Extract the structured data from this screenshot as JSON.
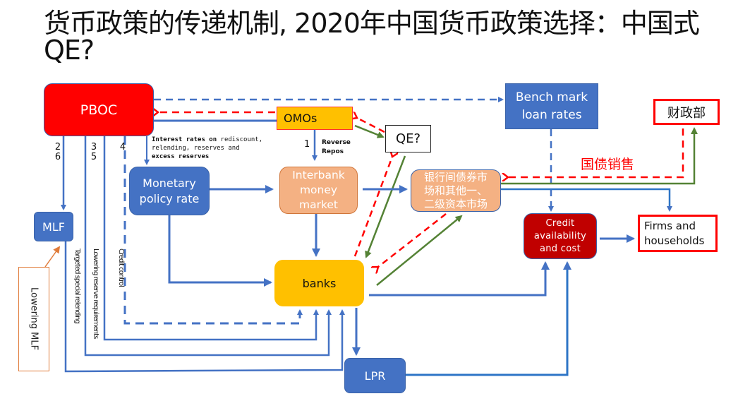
{
  "title": "货币政策的传递机制, 2020年中国货币政策选择：中国式QE?",
  "nodes": {
    "pboc": "PBOC",
    "omos": "OMOs",
    "qe": "QE?",
    "benchmark": "Bench mark\nloan rates",
    "mof": "财政部",
    "monetary_policy_rate": "Monetary\npolicy rate",
    "interbank_market": "Interbank\nmoney\nmarket",
    "bond_market": "银行间债券市\n场和其他一、\n二级资本市场",
    "mlf": "MLF",
    "credit": "Credit\navailability\nand cost",
    "firms": "Firms and\nhouseholds",
    "banks": "banks",
    "lpr": "LPR"
  },
  "labels": {
    "channel_2": "2",
    "channel_6": "6",
    "channel_3": "3",
    "channel_5": "5",
    "channel_4": "4",
    "channel_1": "1",
    "interest_rates_bold": "Interest rates on",
    "interest_rates_rest": " rediscount,",
    "interest_rates_line2": "relending, reserves and",
    "interest_rates_line3": "excess reserves",
    "reverse_repos": "Reverse\nRepos",
    "treasury_sales": "国债销售",
    "targeted_relending": "Targeted special relending",
    "lowering_rrr": "Lowering reserve requirements",
    "credit_control": "Credit control",
    "lowering_mlf": "Lowering MLF"
  },
  "colors": {
    "blue": "#4472c4",
    "red": "#ff0000",
    "green": "#548235",
    "orange": "#f4b183",
    "gold": "#ffc000",
    "darkred": "#c00000",
    "brown": "#e07b39"
  }
}
